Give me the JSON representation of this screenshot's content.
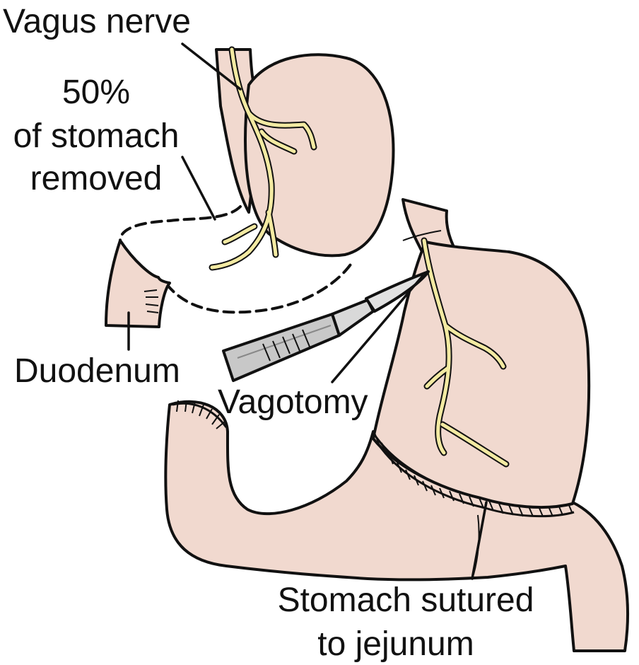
{
  "labels": {
    "vagus_nerve": "Vagus nerve",
    "removed_line1": "50%",
    "removed_line2": "of stomach",
    "removed_line3": "removed",
    "duodenum": "Duodenum",
    "vagotomy": "Vagotomy",
    "sutured_line1": "Stomach sutured",
    "sutured_line2": "to jejunum"
  },
  "colors": {
    "tissue": "#f1d9cf",
    "nerve": "#f3eaa2",
    "outline": "#111111"
  }
}
